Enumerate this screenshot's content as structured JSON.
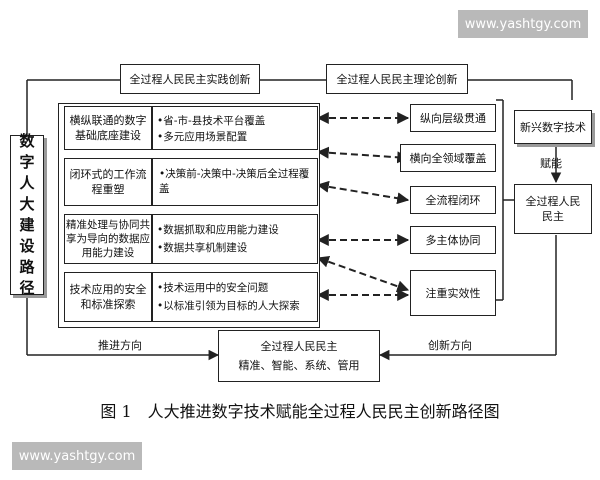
{
  "watermark_top": "www.yashtgy.com",
  "watermark_bottom": "www.yashtgy.com",
  "top": {
    "practice": "全过程人民民主实践创新",
    "theory": "全过程人民民主理论创新"
  },
  "left_main": "数字人大建设路径",
  "paths": [
    {
      "title": "横纵联通的数字基础底座建设",
      "bullets": [
        "•省-市-县技术平台覆盖",
        "•多元应用场景配置"
      ]
    },
    {
      "title": "闭环式的工作流程重塑",
      "bullets": [
        "•决策前-决策中-决策后全过程覆盖"
      ]
    },
    {
      "title": "精准处理与协同共享为导向的数据应用能力建设",
      "bullets": [
        "•数据抓取和应用能力建设",
        "•数据共享机制建设"
      ]
    },
    {
      "title": "技术应用的安全和标准探索",
      "bullets": [
        "•技术运用中的安全问题",
        "•以标准引领为目标的人大探索"
      ]
    }
  ],
  "outcomes": [
    "纵向层级贯通",
    "横向全领域覆盖",
    "全流程闭环",
    "多主体协同",
    "注重实效性"
  ],
  "right": {
    "tech": "新兴数字技术",
    "empower": "赋能",
    "democracy": "全过程人民民主"
  },
  "bottom": {
    "title": "全过程人民民主",
    "subtitle": "精准、智能、系统、管用",
    "push_label": "推进方向",
    "innovate_label": "创新方向"
  },
  "caption": "图 1　人大推进数字技术赋能全过程人民民主创新路径图"
}
